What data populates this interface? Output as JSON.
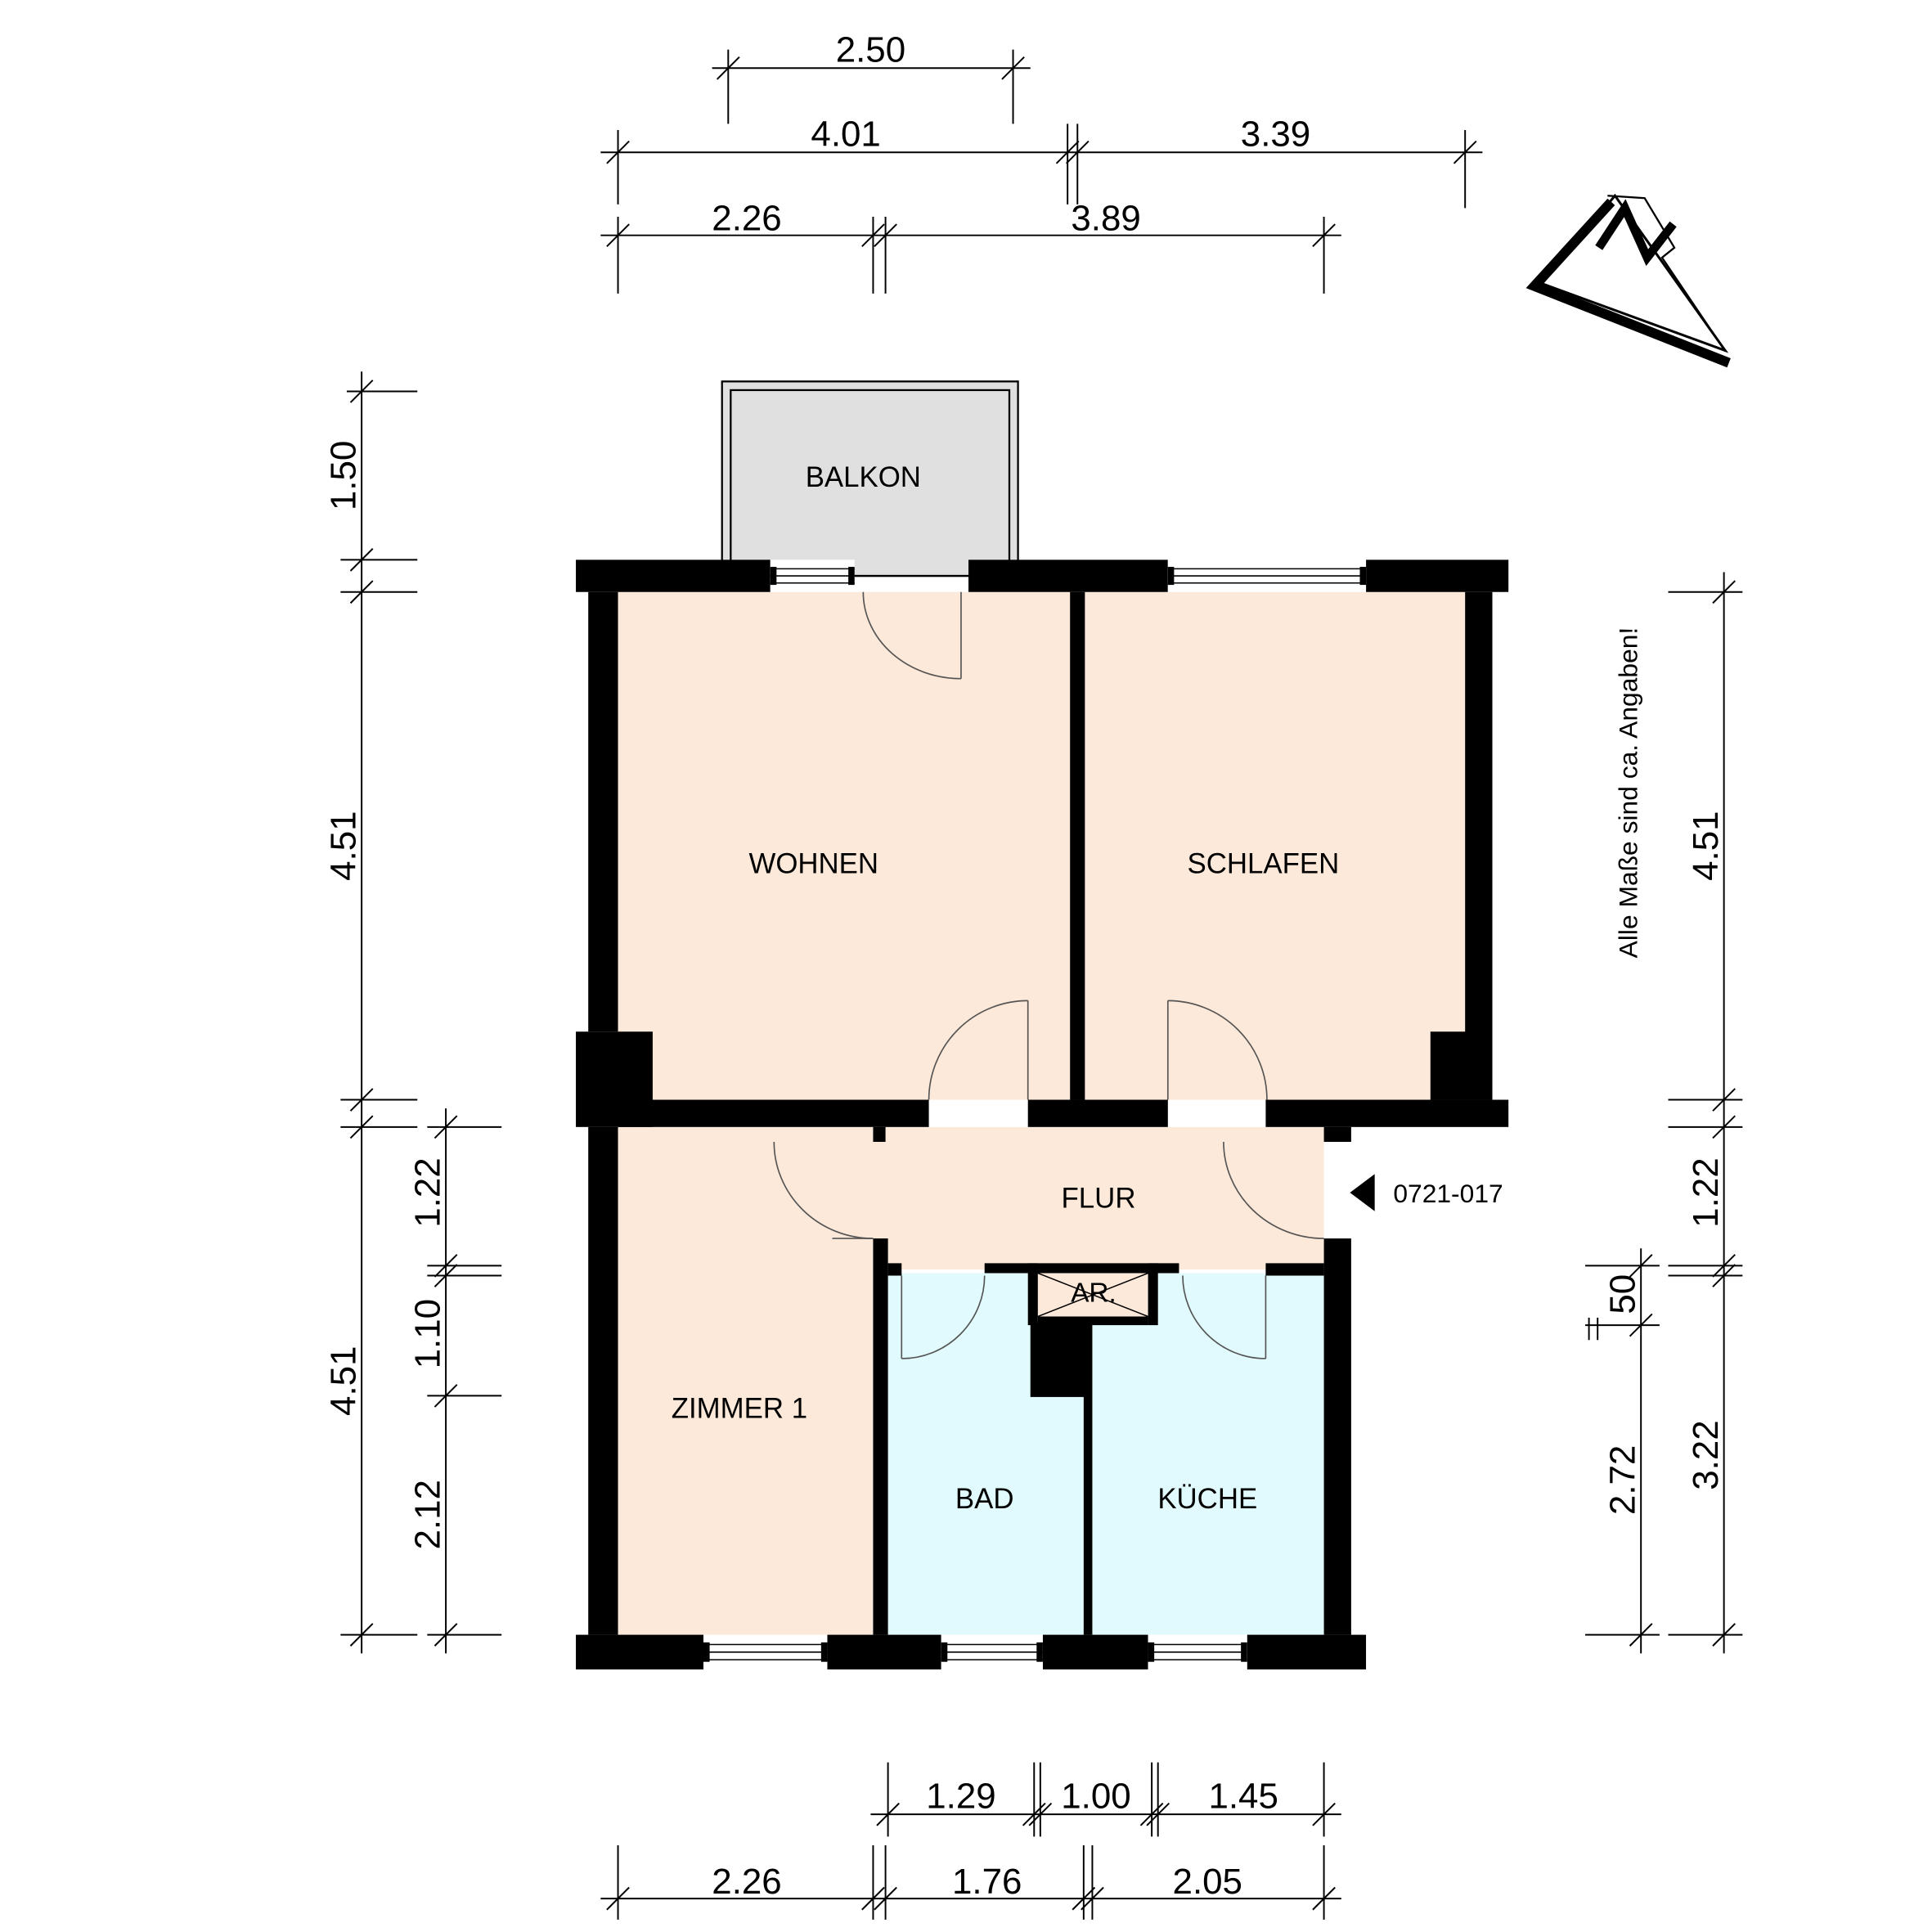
{
  "plan": {
    "rooms": {
      "balkon": "BALKON",
      "wohnen": "WOHNEN",
      "schlafen": "SCHLAFEN",
      "flur": "FLUR",
      "zimmer_1": "ZIMMER 1",
      "bad": "BAD",
      "kueche": "KÜCHE",
      "abstellraum": "AR."
    },
    "entrance": {
      "marker_icon": "entrance-arrow-icon",
      "label": "0721-017"
    },
    "note": "Alle Maße sind ca. Angaben!",
    "north_arrow_icon": "north-arrow-icon"
  },
  "dimensions": {
    "top": [
      "2.50",
      "4.01",
      "3.39",
      "2.26",
      "3.89"
    ],
    "left_outer": [
      "1.50",
      "4.51",
      "4.51"
    ],
    "left_inner": [
      "1.22",
      "1.10",
      "2.12"
    ],
    "right_outer": [
      "4.51",
      "1.22",
      "3.22"
    ],
    "right_inner": [
      "50",
      "2.72"
    ],
    "bottom_upper": [
      "1.29",
      "1.00",
      "1.45"
    ],
    "bottom_lower": [
      "2.26",
      "1.76",
      "2.05"
    ]
  },
  "colors": {
    "living": "#fde9d9",
    "wet": "#e1fafd",
    "balcony": "#e0e0e0",
    "wall": "#000000"
  }
}
